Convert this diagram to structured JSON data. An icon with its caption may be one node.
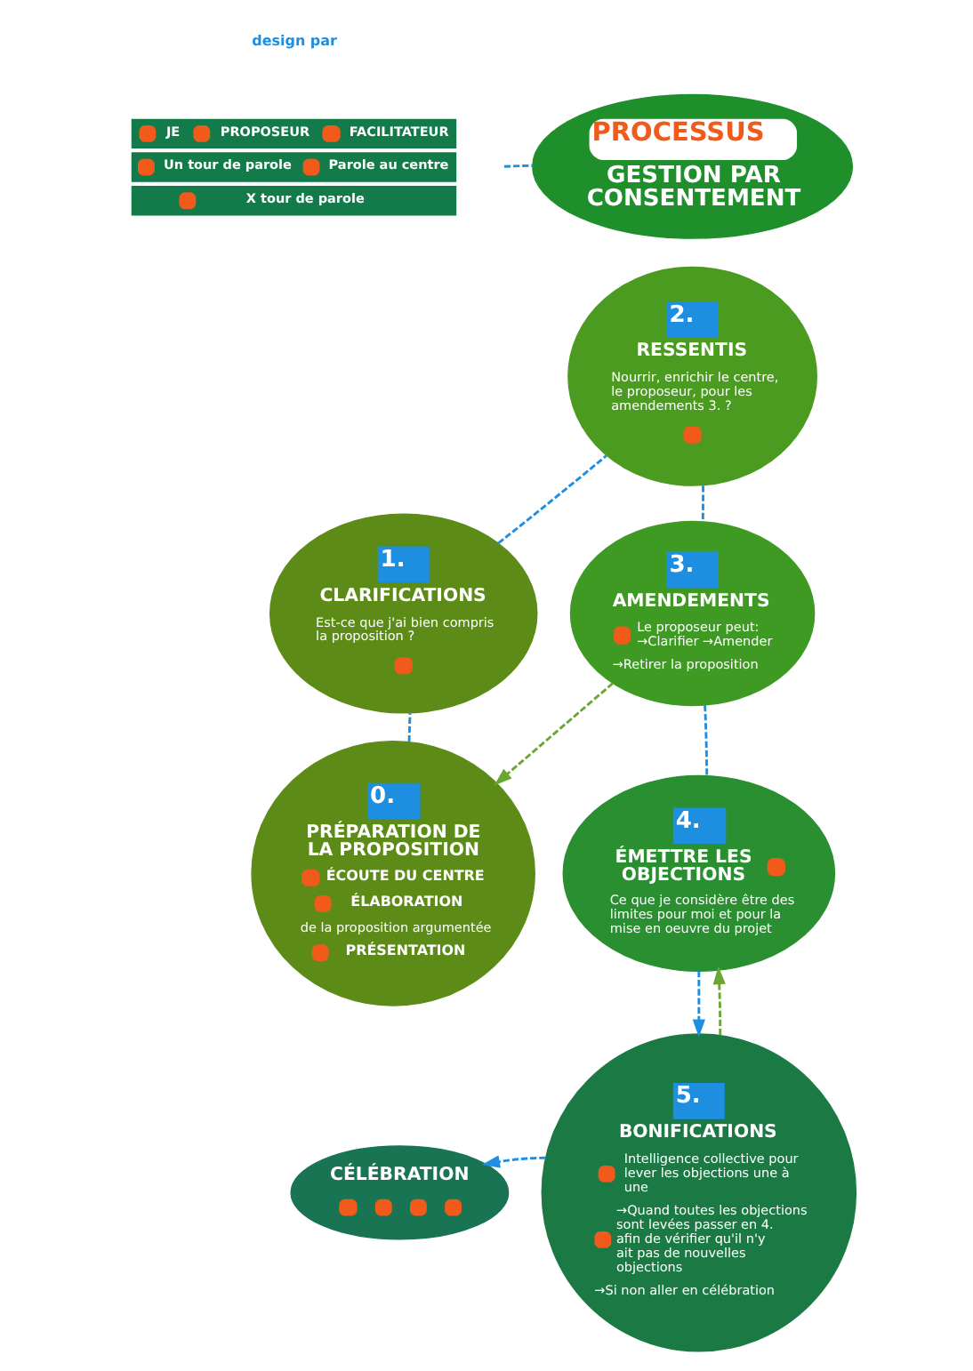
{
  "diagram": {
    "nodes": [
      {
        "text": [
          "PROCESSUS",
          "GESTION PAR CONSENTEMENT"
        ]
      },
      {
        "text": [
          "2.",
          "RESSENTIS",
          "Nourrir, enrichir le centre, le proposeur, pour les amendements 3. ?"
        ]
      },
      {
        "text": [
          "1.",
          "CLARIFICATIONS",
          "Est-ce que j'ai bien compris la proposition ?"
        ]
      },
      {
        "text": [
          "3.",
          "AMENDEMENTS",
          "Le proposeur peut: →Clarifier →Amender",
          "→Retirer la proposition"
        ]
      },
      {
        "text": [
          "0.",
          "PRÉPARATION DE LA PROPOSITION",
          "ÉCOUTE DU CENTRE",
          "ÉLABORATION",
          "de la proposition argumentée",
          "PRÉSENTATION"
        ]
      },
      {
        "text": [
          "4.",
          "ÉMETTRE LES OBJECTIONS",
          "Ce que je considère être des limites pour moi et pour la mise en oeuvre du projet"
        ]
      },
      {
        "text": [
          "5.",
          "BONIFICATIONS",
          "Intelligence collective pour lever les objections une à une",
          "→Quand toutes les objections sont levées passer en 4. afin de vérifier qu'il n'y ait pas de nouvelles objections",
          "→Si non aller en célébration"
        ]
      },
      {
        "text": [
          "CÉLÉBRATION"
        ]
      }
    ],
    "edges": [
      {
        "from": null,
        "to": 0,
        "arrow": "none",
        "style": "dashed"
      },
      {
        "from": 4,
        "to": 2,
        "arrow": "none",
        "style": "dashed"
      },
      {
        "from": 2,
        "to": 1,
        "arrow": "none",
        "style": "dashed"
      },
      {
        "from": 1,
        "to": 3,
        "arrow": "none",
        "style": "dashed"
      },
      {
        "from": 3,
        "to": 5,
        "arrow": "none",
        "style": "dashed"
      },
      {
        "from": 5,
        "to": 6,
        "arrow": "to",
        "style": "dashed"
      },
      {
        "from": 6,
        "to": 7,
        "arrow": "to",
        "style": "dashed"
      },
      {
        "from": 3,
        "to": 4,
        "arrow": "to",
        "style": "dashed",
        "color": "#6aa632"
      },
      {
        "from": 6,
        "to": 5,
        "arrow": "to",
        "style": "dashed",
        "color": "#6aa632"
      }
    ],
    "labels": [
      "design par"
    ],
    "legend": [
      {
        "text": "JE"
      },
      {
        "text": "PROPOSEUR"
      },
      {
        "text": "FACILITATEUR"
      },
      {
        "text": "Un tour de parole"
      },
      {
        "text": "Parole au centre"
      },
      {
        "text": "X tour de parole"
      }
    ]
  }
}
